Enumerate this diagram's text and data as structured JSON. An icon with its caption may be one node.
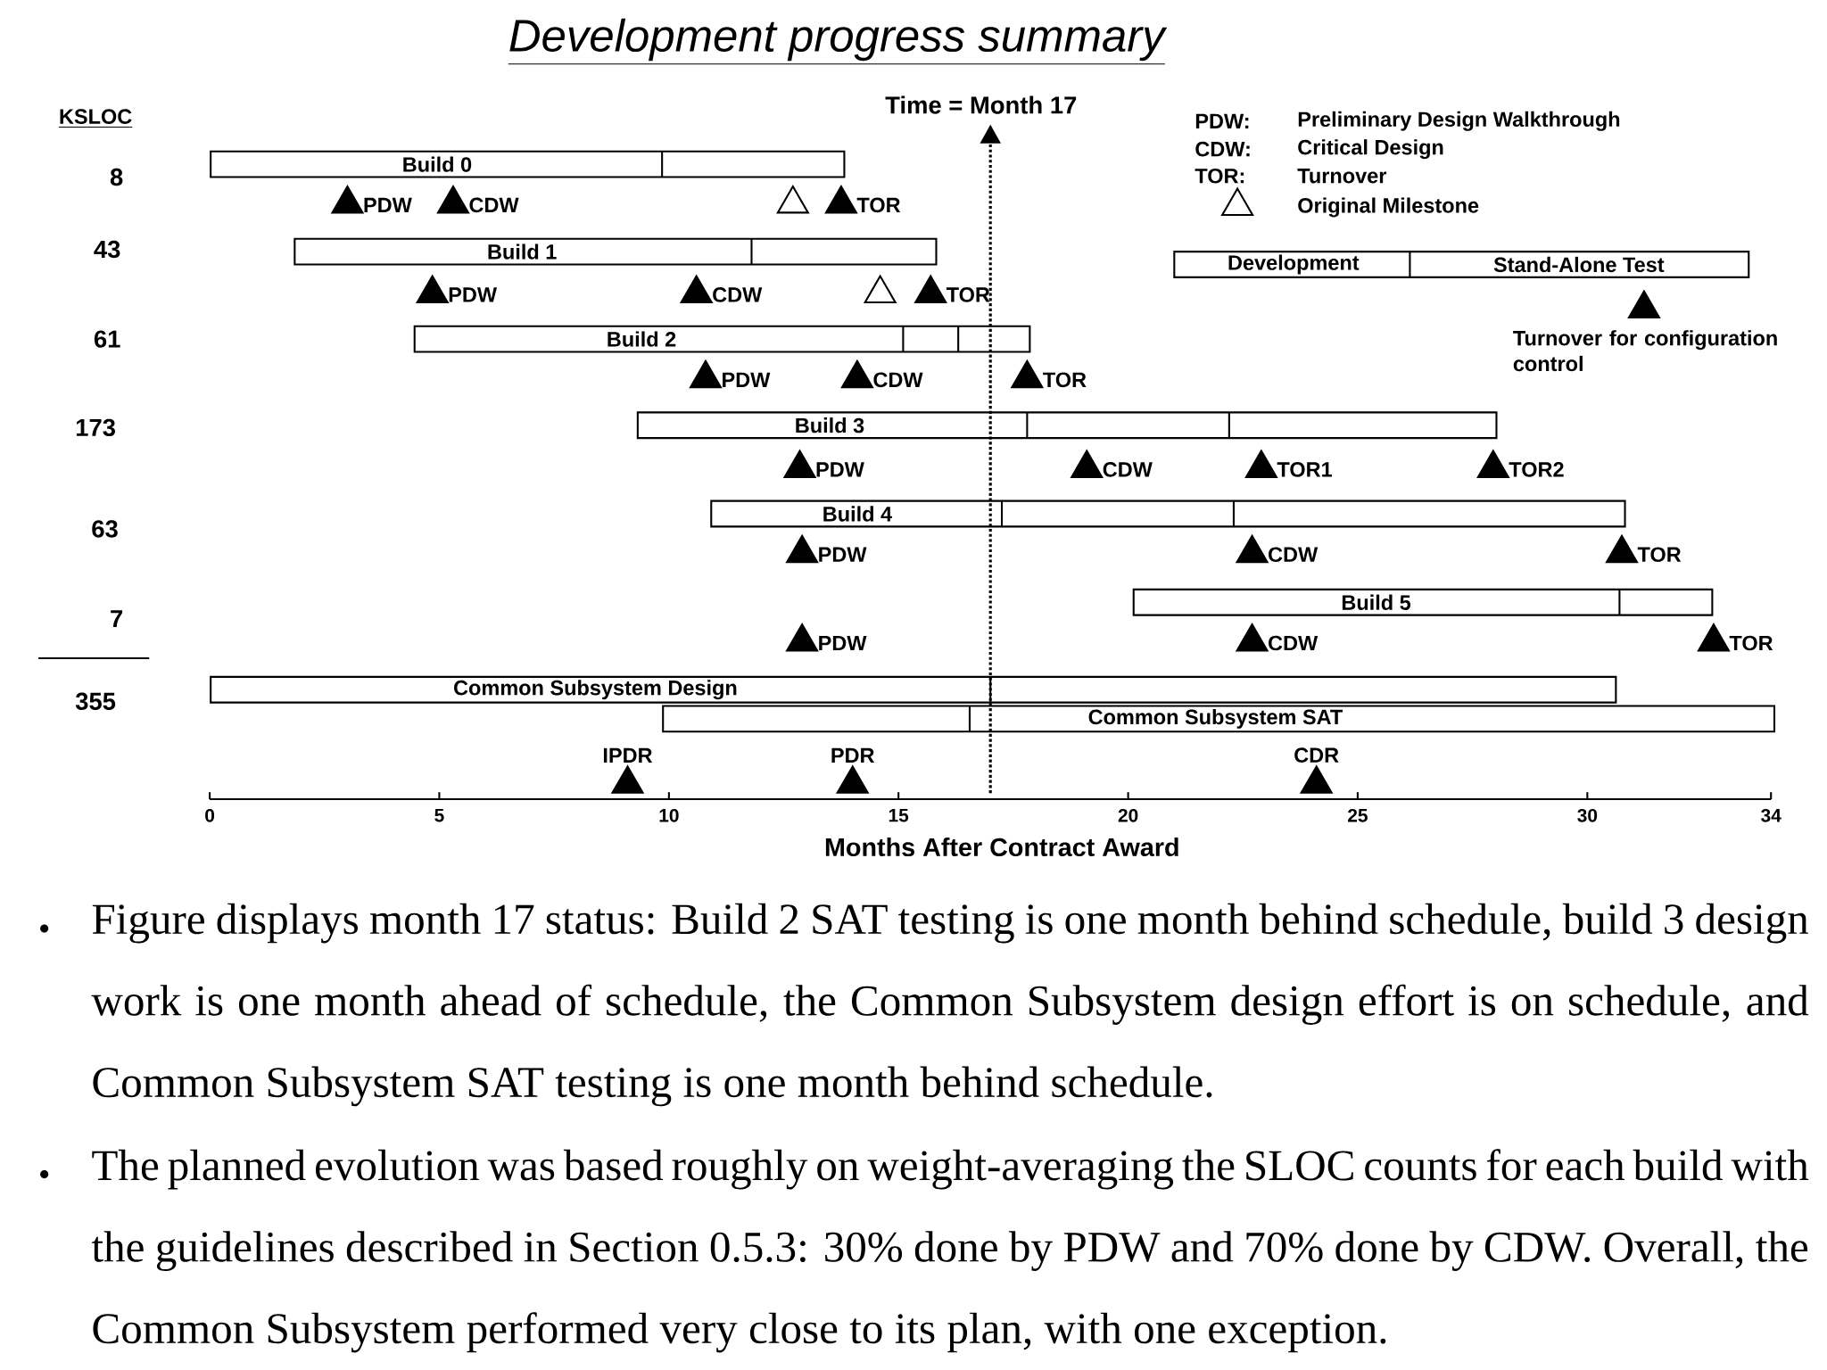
{
  "diagram": {
    "title": "Development progress summary",
    "nodes": [
      {
        "text": [
          "Build 0"
        ]
      },
      {
        "text": [],
        "shape": "triangle",
        "beside": [
          "PDW"
        ]
      },
      {
        "text": [],
        "shape": "triangle",
        "beside": [
          "CDW"
        ]
      },
      {
        "text": [],
        "shape": "triangle"
      },
      {
        "text": [],
        "shape": "triangle",
        "beside": [
          "TOR"
        ]
      },
      {
        "text": [
          "Build 1"
        ]
      },
      {
        "text": [],
        "shape": "triangle",
        "beside": [
          "PDW"
        ]
      },
      {
        "text": [],
        "shape": "triangle",
        "beside": [
          "CDW"
        ]
      },
      {
        "text": [],
        "shape": "triangle"
      },
      {
        "text": [],
        "shape": "triangle",
        "beside": [
          "TOR"
        ]
      },
      {
        "text": [
          "Build 2"
        ]
      },
      {
        "text": [],
        "shape": "triangle",
        "beside": [
          "PDW"
        ]
      },
      {
        "text": [],
        "shape": "triangle",
        "beside": [
          "CDW"
        ]
      },
      {
        "text": [],
        "shape": "triangle",
        "beside": [
          "TOR"
        ]
      },
      {
        "text": [
          "Build 3"
        ]
      },
      {
        "text": [],
        "shape": "triangle",
        "beside": [
          "PDW"
        ]
      },
      {
        "text": [],
        "shape": "triangle",
        "beside": [
          "CDW"
        ]
      },
      {
        "text": [],
        "shape": "triangle",
        "beside": [
          "TOR1"
        ]
      },
      {
        "text": [],
        "shape": "triangle",
        "beside": [
          "TOR2"
        ]
      },
      {
        "text": [
          "Build 4"
        ]
      },
      {
        "text": [],
        "shape": "triangle",
        "beside": [
          "PDW"
        ]
      },
      {
        "text": [],
        "shape": "triangle",
        "beside": [
          "CDW"
        ]
      },
      {
        "text": [],
        "shape": "triangle",
        "beside": [
          "TOR"
        ]
      },
      {
        "text": [
          "Build 5"
        ]
      },
      {
        "text": [],
        "shape": "triangle",
        "beside": [
          "PDW"
        ]
      },
      {
        "text": [],
        "shape": "triangle",
        "beside": [
          "CDW"
        ]
      },
      {
        "text": [],
        "shape": "triangle",
        "beside": [
          "TOR"
        ]
      },
      {
        "text": [
          "Common Subsystem Design"
        ]
      },
      {
        "text": [
          "Common Subsystem SAT"
        ]
      },
      {
        "text": [],
        "shape": "triangle",
        "beside": [
          "IPDR"
        ]
      },
      {
        "text": [],
        "shape": "triangle",
        "beside": [
          "PDR"
        ]
      },
      {
        "text": [],
        "shape": "triangle",
        "beside": [
          "CDR"
        ]
      },
      {
        "text": [
          "Development",
          "Stand-Alone Test"
        ]
      },
      {
        "text": [],
        "shape": "triangle",
        "beside": [
          "Turnover for configuration control"
        ]
      }
    ],
    "labels": [
      "KSLOC",
      "Time = Month 17",
      "PDW:",
      "Preliminary Design Walkthrough",
      "CDW:",
      "Critical Design",
      "8",
      "TOR:",
      "Turnover",
      "43",
      "61",
      "173",
      "63",
      "7",
      "355",
      "0",
      "5",
      "10",
      "15",
      "20",
      "25",
      "30",
      "34",
      "Months After Contract Award",
      "Figure displays month 17 status: Build 2 SAT testing is one month behind schedule, build 3 design work is one month ahead of schedule, the Common Subsystem design effort is on schedule, and Common Subsystem SAT testing is one month behind schedule.",
      "The planned evolution was based roughly on weight-averaging the SLOC counts for each build with the guidelines described in Section 0.5.3: 30% done by PDW and 70% done by CDW. Overall, the Common Subsystem performed very close to its plan, with one exception."
    ],
    "legend": [
      {
        "text": "Original Milestone"
      }
    ]
  }
}
